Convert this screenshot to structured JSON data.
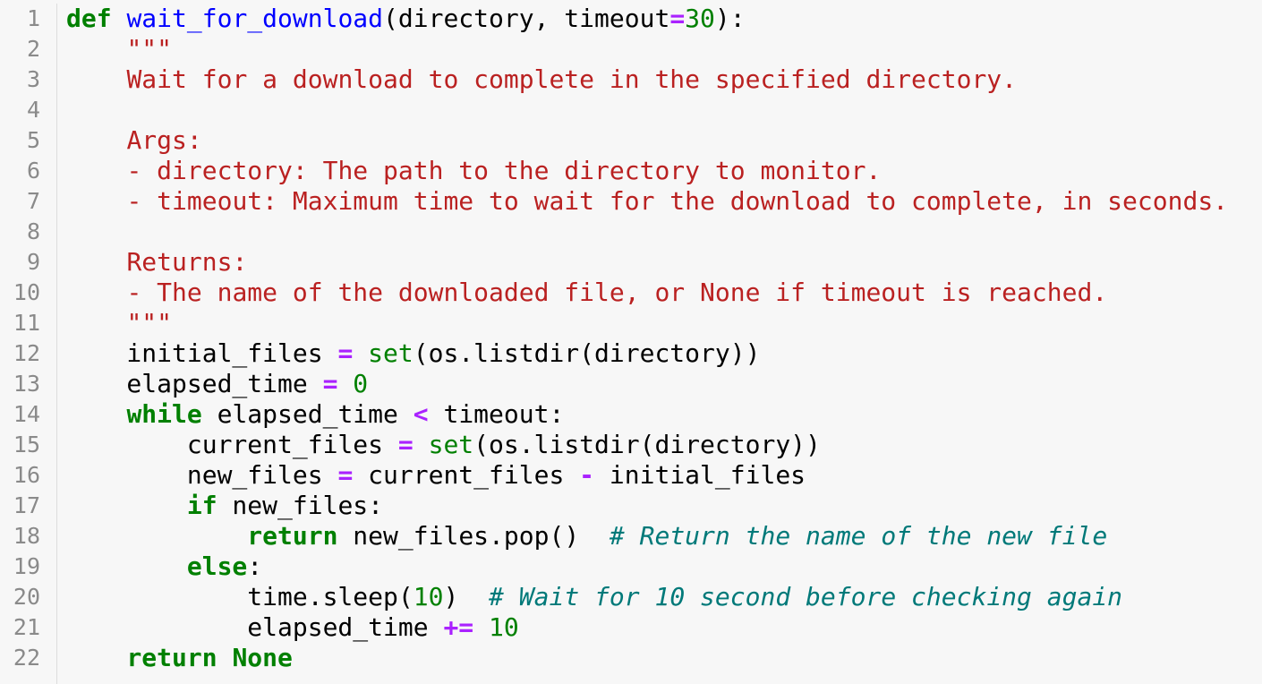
{
  "colors": {
    "background": "#f7f7f7",
    "gutter_text": "#8a8a8a",
    "keyword": "#008000",
    "function_name": "#0000ff",
    "operator": "#aa22ff",
    "number": "#008000",
    "builtin": "#008000",
    "string": "#ba2121",
    "comment": "#007979",
    "text": "#000000"
  },
  "line_numbers": [
    "1",
    "2",
    "3",
    "4",
    "5",
    "6",
    "7",
    "8",
    "9",
    "10",
    "11",
    "12",
    "13",
    "14",
    "15",
    "16",
    "17",
    "18",
    "19",
    "20",
    "21",
    "22"
  ],
  "lines": [
    [
      {
        "t": "keyword",
        "v": "def"
      },
      {
        "t": "plain",
        "v": " "
      },
      {
        "t": "def",
        "v": "wait_for_download"
      },
      {
        "t": "plain",
        "v": "(directory, timeout"
      },
      {
        "t": "op",
        "v": "="
      },
      {
        "t": "num",
        "v": "30"
      },
      {
        "t": "plain",
        "v": "):"
      }
    ],
    [
      {
        "t": "plain",
        "v": "    "
      },
      {
        "t": "string",
        "v": "\"\"\""
      }
    ],
    [
      {
        "t": "plain",
        "v": "    "
      },
      {
        "t": "string",
        "v": "Wait for a download to complete in the specified directory."
      }
    ],
    [],
    [
      {
        "t": "plain",
        "v": "    "
      },
      {
        "t": "string",
        "v": "Args:"
      }
    ],
    [
      {
        "t": "plain",
        "v": "    "
      },
      {
        "t": "string",
        "v": "- directory: The path to the directory to monitor."
      }
    ],
    [
      {
        "t": "plain",
        "v": "    "
      },
      {
        "t": "string",
        "v": "- timeout: Maximum time to wait for the download to complete, in seconds."
      }
    ],
    [],
    [
      {
        "t": "plain",
        "v": "    "
      },
      {
        "t": "string",
        "v": "Returns:"
      }
    ],
    [
      {
        "t": "plain",
        "v": "    "
      },
      {
        "t": "string",
        "v": "- The name of the downloaded file, or None if timeout is reached."
      }
    ],
    [
      {
        "t": "plain",
        "v": "    "
      },
      {
        "t": "string",
        "v": "\"\"\""
      }
    ],
    [
      {
        "t": "plain",
        "v": "    initial_files "
      },
      {
        "t": "op",
        "v": "="
      },
      {
        "t": "plain",
        "v": " "
      },
      {
        "t": "builtin",
        "v": "set"
      },
      {
        "t": "plain",
        "v": "(os.listdir(directory))"
      }
    ],
    [
      {
        "t": "plain",
        "v": "    elapsed_time "
      },
      {
        "t": "op",
        "v": "="
      },
      {
        "t": "plain",
        "v": " "
      },
      {
        "t": "num",
        "v": "0"
      }
    ],
    [
      {
        "t": "plain",
        "v": "    "
      },
      {
        "t": "keyword",
        "v": "while"
      },
      {
        "t": "plain",
        "v": " elapsed_time "
      },
      {
        "t": "op",
        "v": "<"
      },
      {
        "t": "plain",
        "v": " timeout:"
      }
    ],
    [
      {
        "t": "plain",
        "v": "        current_files "
      },
      {
        "t": "op",
        "v": "="
      },
      {
        "t": "plain",
        "v": " "
      },
      {
        "t": "builtin",
        "v": "set"
      },
      {
        "t": "plain",
        "v": "(os.listdir(directory))"
      }
    ],
    [
      {
        "t": "plain",
        "v": "        new_files "
      },
      {
        "t": "op",
        "v": "="
      },
      {
        "t": "plain",
        "v": " current_files "
      },
      {
        "t": "op",
        "v": "-"
      },
      {
        "t": "plain",
        "v": " initial_files"
      }
    ],
    [
      {
        "t": "plain",
        "v": "        "
      },
      {
        "t": "keyword",
        "v": "if"
      },
      {
        "t": "plain",
        "v": " new_files:"
      }
    ],
    [
      {
        "t": "plain",
        "v": "            "
      },
      {
        "t": "keyword",
        "v": "return"
      },
      {
        "t": "plain",
        "v": " new_files.pop()  "
      },
      {
        "t": "comment",
        "v": "# Return the name of the new file"
      }
    ],
    [
      {
        "t": "plain",
        "v": "        "
      },
      {
        "t": "keyword",
        "v": "else"
      },
      {
        "t": "plain",
        "v": ":"
      }
    ],
    [
      {
        "t": "plain",
        "v": "            time.sleep("
      },
      {
        "t": "num",
        "v": "10"
      },
      {
        "t": "plain",
        "v": ")  "
      },
      {
        "t": "comment",
        "v": "# Wait for 10 second before checking again"
      }
    ],
    [
      {
        "t": "plain",
        "v": "            elapsed_time "
      },
      {
        "t": "op",
        "v": "+="
      },
      {
        "t": "plain",
        "v": " "
      },
      {
        "t": "num",
        "v": "10"
      }
    ],
    [
      {
        "t": "plain",
        "v": "    "
      },
      {
        "t": "keyword",
        "v": "return"
      },
      {
        "t": "plain",
        "v": " "
      },
      {
        "t": "keyword",
        "v": "None"
      }
    ]
  ]
}
